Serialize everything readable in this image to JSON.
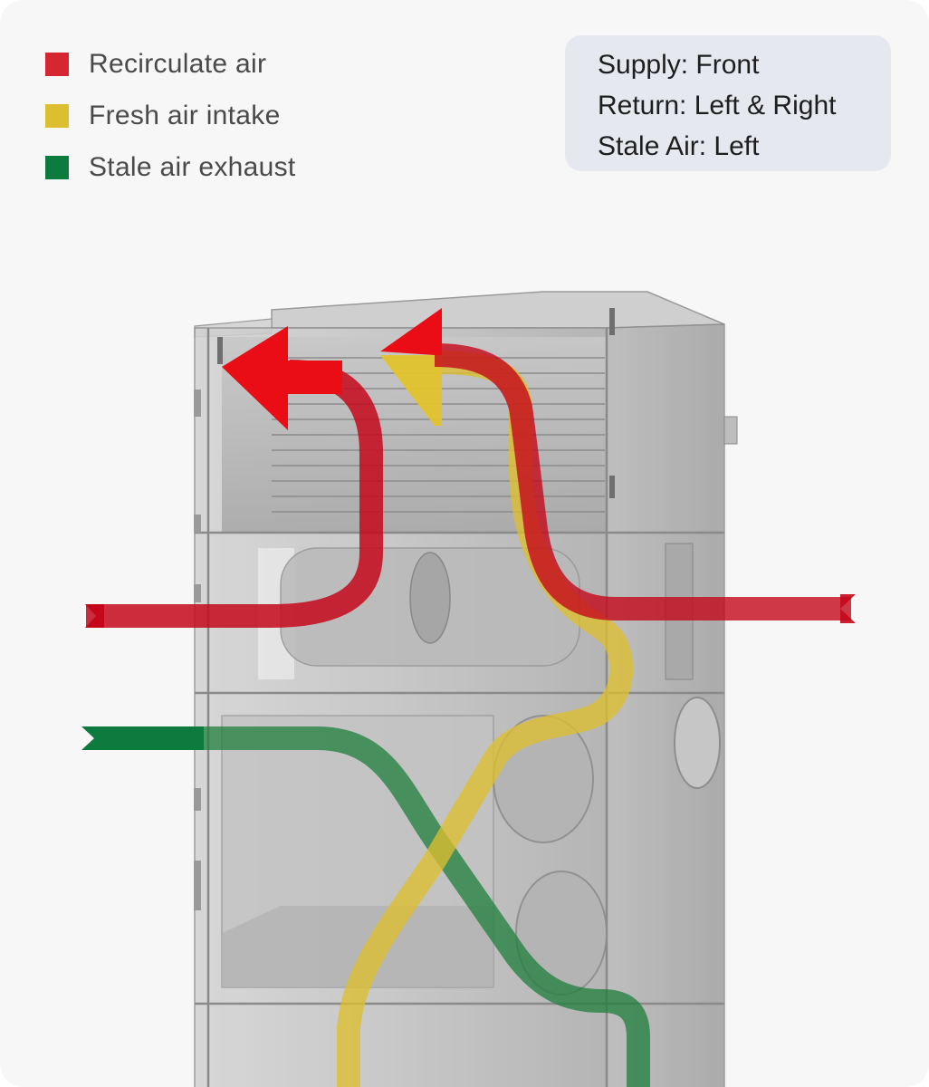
{
  "legend": {
    "items": [
      {
        "label": "Recirculate air",
        "color": "#d62631"
      },
      {
        "label": "Fresh air intake",
        "color": "#dcbf2e"
      },
      {
        "label": "Stale air exhaust",
        "color": "#0d7a3e"
      }
    ]
  },
  "info": {
    "lines": [
      "Supply: Front",
      "Return: Left & Right",
      "Stale Air: Left"
    ]
  },
  "colors": {
    "background": "#f7f7f7",
    "info_box": "#e6e8ef",
    "unit_body": "#bcbcbc"
  },
  "icons": [
    "unit-housing-illustration",
    "blower-wheel-icon",
    "flow-arrow"
  ]
}
